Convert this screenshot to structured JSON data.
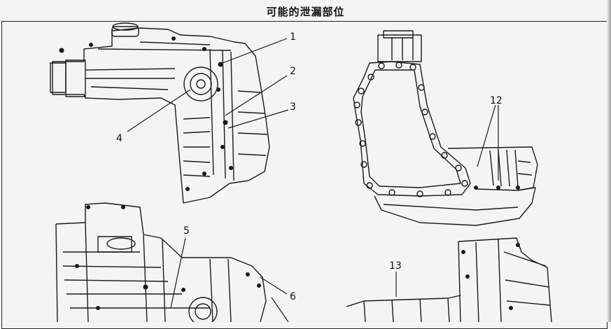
{
  "page": {
    "title": "可能的泄漏部位"
  },
  "callouts": [
    {
      "label": "1"
    },
    {
      "label": "2"
    },
    {
      "label": "3"
    },
    {
      "label": "4"
    },
    {
      "label": "12"
    },
    {
      "label": "5"
    },
    {
      "label": "6"
    },
    {
      "label": "13"
    }
  ]
}
